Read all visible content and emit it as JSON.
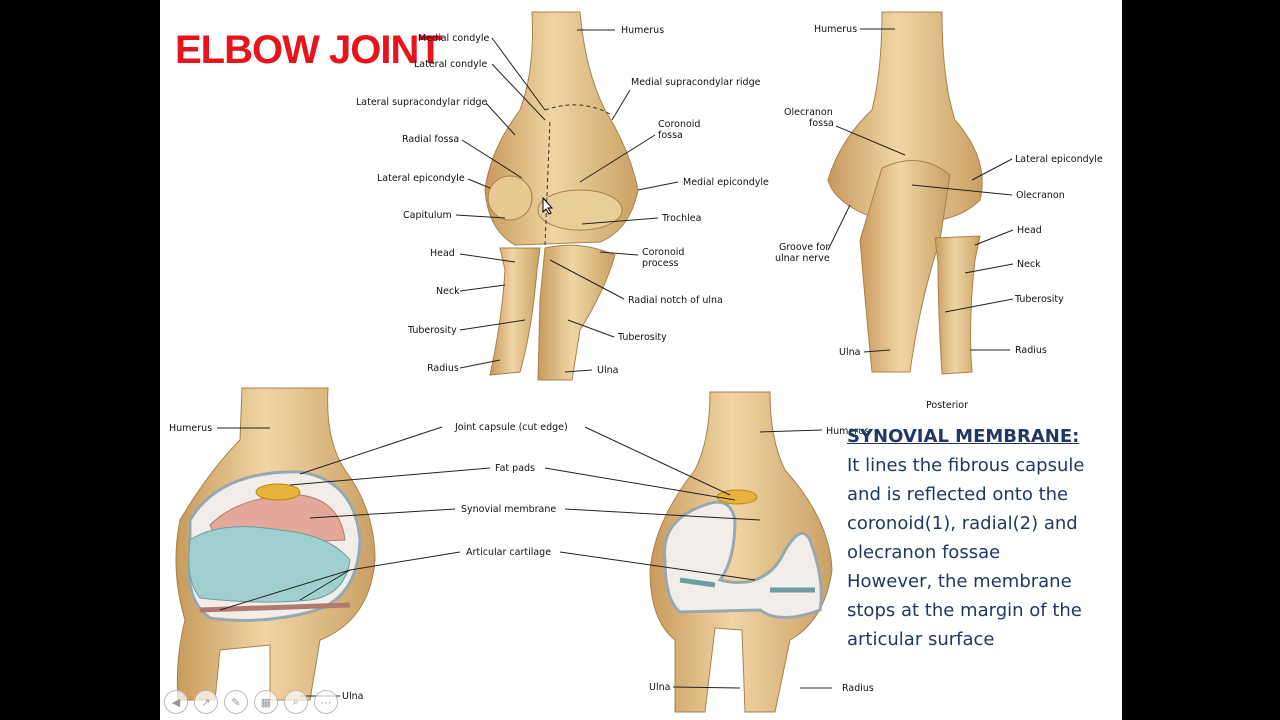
{
  "slide": {
    "title": "ELBOW JOINT"
  },
  "anterior_labels": {
    "medial_condyle": "Medial condyle",
    "lateral_condyle": "Lateral condyle",
    "lateral_supracondylar_ridge": "Lateral supracondylar ridge",
    "radial_fossa": "Radial fossa",
    "lateral_epicondyle": "Lateral epicondyle",
    "capitulum": "Capitulum",
    "head": "Head",
    "neck": "Neck",
    "tuberosity_left": "Tuberosity",
    "radius": "Radius",
    "humerus": "Humerus",
    "medial_supracondylar_ridge": "Medial supracondylar ridge",
    "coronoid_fossa_1": "Coronoid",
    "coronoid_fossa_2": "fossa",
    "medial_epicondyle": "Medial epicondyle",
    "trochlea": "Trochlea",
    "coronoid_process_1": "Coronoid",
    "coronoid_process_2": "process",
    "radial_notch": "Radial notch of ulna",
    "tuberosity_right": "Tuberosity",
    "ulna": "Ulna"
  },
  "posterior_labels": {
    "humerus": "Humerus",
    "olecranon_fossa_1": "Olecranon",
    "olecranon_fossa_2": "fossa",
    "lateral_epicondyle": "Lateral epicondyle",
    "olecranon": "Olecranon",
    "groove_1": "Groove for",
    "groove_2": "ulnar nerve",
    "head": "Head",
    "neck": "Neck",
    "tuberosity": "Tuberosity",
    "ulna": "Ulna",
    "radius": "Radius",
    "caption": "Posterior"
  },
  "section_labels": {
    "humerus_left": "Humerus",
    "joint_capsule": "Joint capsule (cut edge)",
    "fat_pads": "Fat pads",
    "synovial_membrane": "Synovial membrane",
    "articular_cartilage": "Articular cartilage",
    "humerus_right": "Humerus",
    "ulna_left": "Ulna",
    "ulna_right": "Ulna",
    "radius_right": "Radius"
  },
  "textbox": {
    "heading": "SYNOVIAL MEMBRANE:",
    "lines": [
      "It lines the fibrous capsule",
      "and is reflected onto the",
      "coronoid(1), radial(2) and",
      "olecranon fossae",
      "However, the membrane",
      "stops at the margin of the",
      "articular surface"
    ]
  },
  "toolbar": {
    "icons": [
      "prev-icon",
      "pointer-icon",
      "pen-icon",
      "slides-icon",
      "zoom-icon",
      "more-icon"
    ],
    "glyphs": [
      "◀",
      "↗",
      "✎",
      "▦",
      "⌕",
      "⋯"
    ]
  },
  "colors": {
    "title": "#e8141b",
    "text": "#1f3864",
    "bone": "#e6c48f",
    "bone_shade": "#c89a5c",
    "cartilage": "#9fd0cf",
    "synovial": "#e4a898",
    "fat": "#e8b23a"
  }
}
